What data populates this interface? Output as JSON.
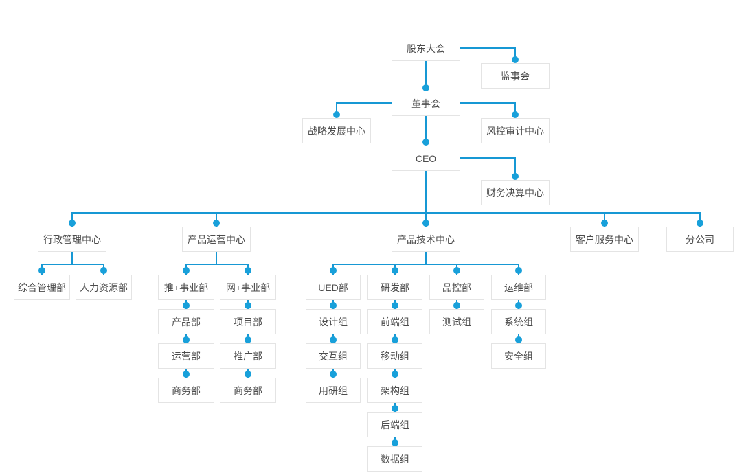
{
  "diagram": {
    "type": "org-chart",
    "colors": {
      "connector_line": "#1798d4",
      "connector_dot": "#18a0da",
      "box_border": "#e4e4e4",
      "box_fill": "#ffffff",
      "text": "#4c4c4c",
      "background": "#ffffff"
    }
  },
  "nodes": {
    "shareholders_meeting": "股东大会",
    "supervisory_board": "监事会",
    "board_of_directors": "董事会",
    "strategy_center": "战略发展中心",
    "risk_audit_center": "风控审计中心",
    "ceo": "CEO",
    "finance_center": "财务决算中心",
    "admin_center": "行政管理中心",
    "product_ops_center": "产品运营中心",
    "product_tech_center": "产品技术中心",
    "customer_service_center": "客户服务中心",
    "branch_company": "分公司",
    "general_admin_dept": "综合管理部",
    "hr_dept": "人力资源部",
    "tui_business_dept": "推+事业部",
    "wang_business_dept": "网+事业部",
    "ued_dept": "UED部",
    "rd_dept": "研发部",
    "qc_dept": "品控部",
    "ops_dept": "运维部",
    "product_dept": "产品部",
    "project_dept": "项目部",
    "design_team": "设计组",
    "frontend_team": "前端组",
    "testing_team": "测试组",
    "system_team": "系统组",
    "operation_dept": "运营部",
    "promotion_dept": "推广部",
    "interaction_team": "交互组",
    "mobile_team": "移动组",
    "security_team": "安全组",
    "business_dept_tui": "商务部",
    "business_dept_wang": "商务部",
    "user_research_team": "用研组",
    "architecture_team": "架构组",
    "backend_team": "后端组",
    "data_team": "数据组"
  }
}
